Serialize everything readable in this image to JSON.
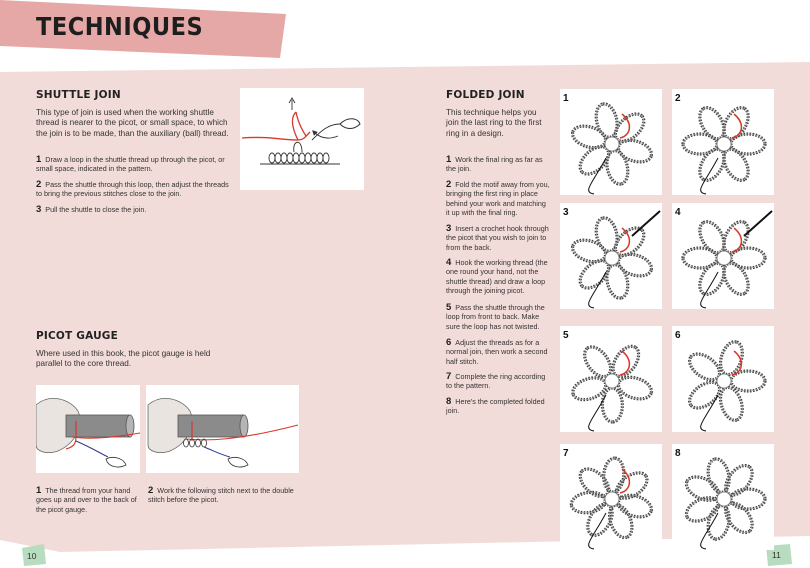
{
  "header": {
    "title": "TECHNIQUES"
  },
  "shuttle_join": {
    "heading": "SHUTTLE JOIN",
    "intro": "This type of join is used when the working shuttle thread is nearer to the picot, or small space, to which the join is to be made, than the auxiliary (ball) thread.",
    "steps": [
      {
        "num": "1",
        "text": "Draw a loop in the shuttle thread up through the picot, or small space, indicated in the pattern."
      },
      {
        "num": "2",
        "text": "Pass the shuttle through this loop, then adjust the threads to bring the previous stitches close to the join."
      },
      {
        "num": "3",
        "text": "Pull the shuttle to close the join."
      }
    ]
  },
  "picot_gauge": {
    "heading": "PICOT GAUGE",
    "intro": "Where used in this book, the picot gauge is held parallel to the core thread.",
    "captions": [
      {
        "num": "1",
        "text": "The thread from your hand goes up and over to the back of the picot gauge."
      },
      {
        "num": "2",
        "text": "Work the following stitch next to the double stitch before the picot."
      }
    ]
  },
  "folded_join": {
    "heading": "FOLDED JOIN",
    "intro": "This technique helps you join the last ring to the first ring in a design.",
    "steps": [
      {
        "num": "1",
        "text": "Work the final ring as far as the join."
      },
      {
        "num": "2",
        "text": "Fold the motif away from you, bringing the first ring in place behind your work and matching it up with the final ring."
      },
      {
        "num": "3",
        "text": "Insert a crochet hook through the picot that you wish to join to from the back."
      },
      {
        "num": "4",
        "text": "Hook the working thread (the one round your hand, not the shuttle thread) and draw a loop through the joining picot."
      },
      {
        "num": "5",
        "text": "Pass the shuttle through the loop from front to back. Make sure the loop has not twisted."
      },
      {
        "num": "6",
        "text": "Adjust the threads as for a normal join, then work a second half stitch."
      },
      {
        "num": "7",
        "text": "Complete the ring according to the pattern."
      },
      {
        "num": "8",
        "text": "Here's the completed folded join."
      }
    ],
    "photo_numbers": [
      "1",
      "2",
      "3",
      "4",
      "5",
      "6",
      "7",
      "8"
    ]
  },
  "page_numbers": {
    "left": "10",
    "right": "11"
  },
  "colors": {
    "background_pink": "#f2dcd9",
    "title_band": "#e6a8a6",
    "page_tab": "#b7dcc0",
    "thread_red": "#d8372a"
  }
}
